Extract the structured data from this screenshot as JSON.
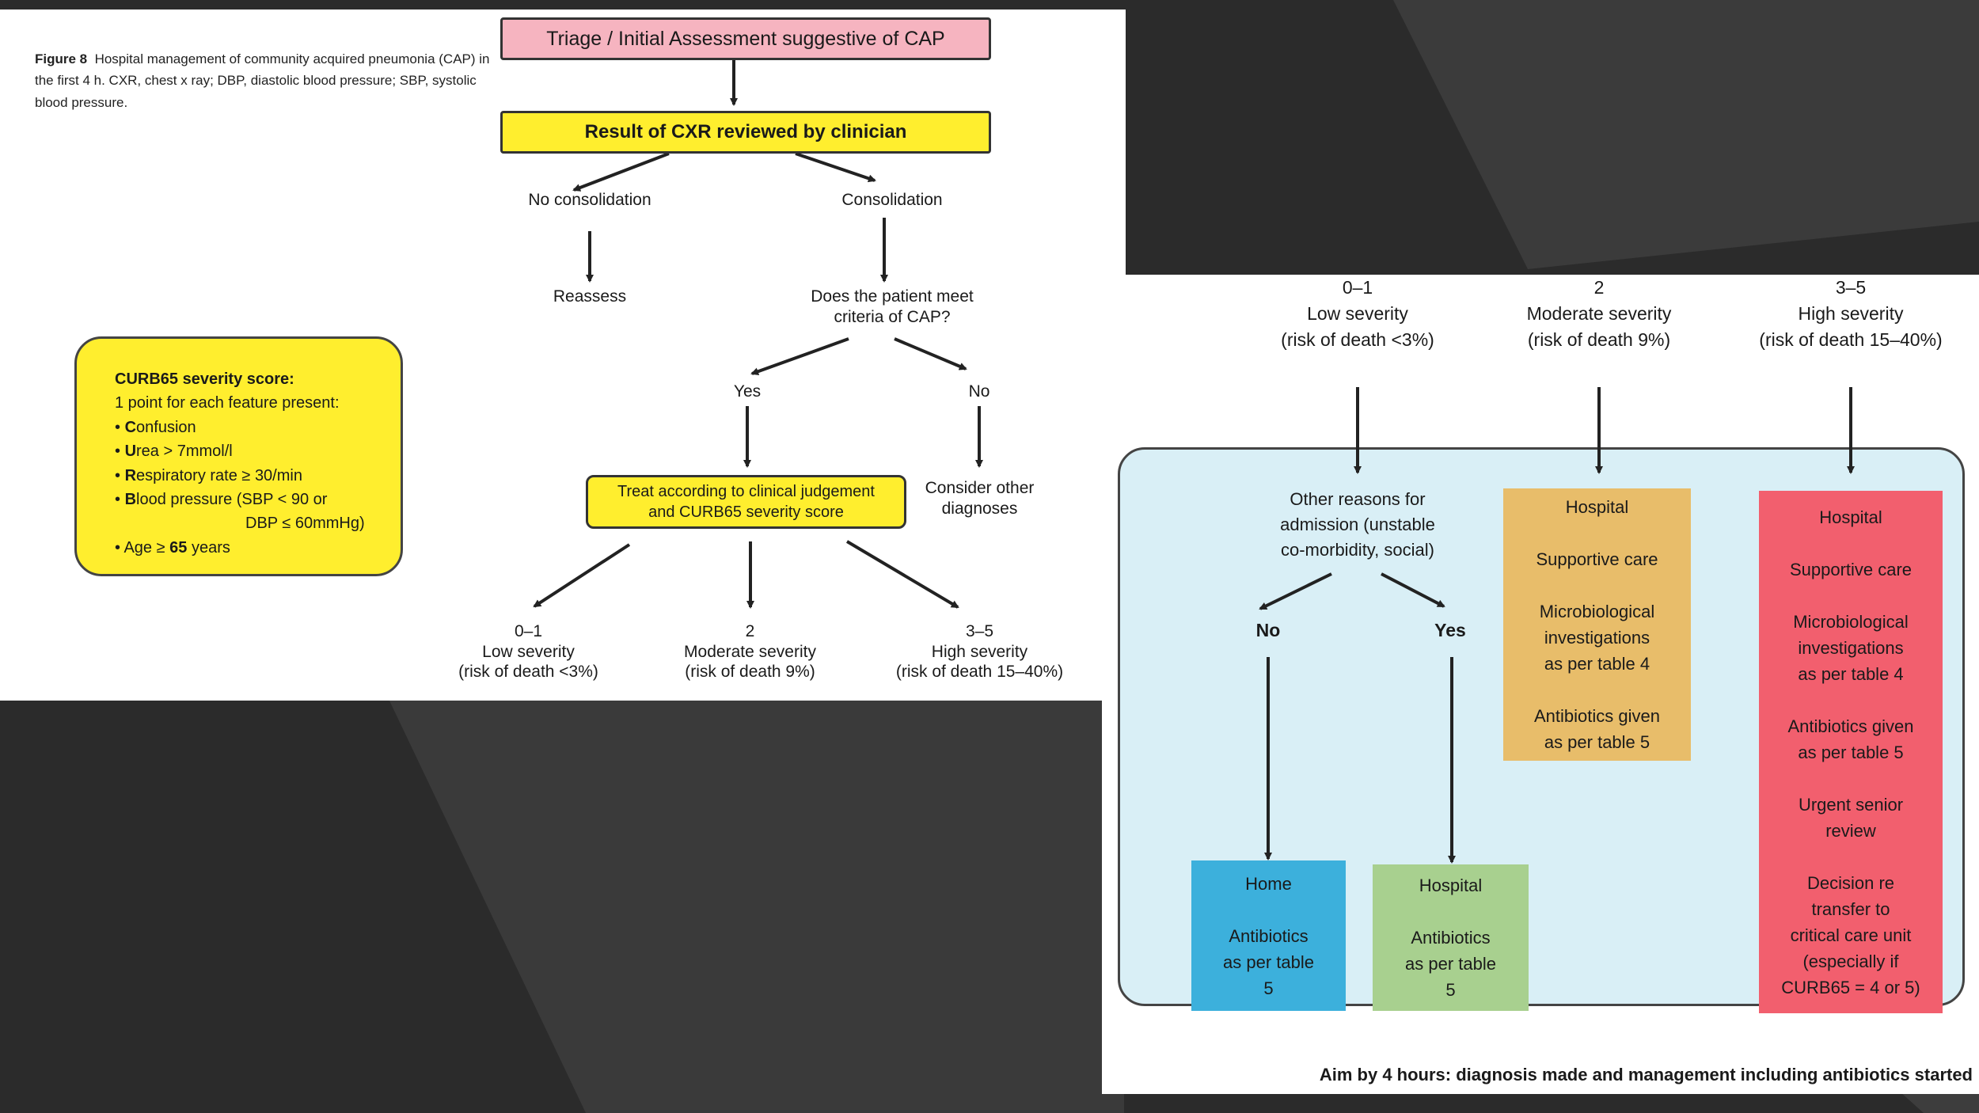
{
  "caption": {
    "label": "Figure 8",
    "text": "Hospital management of community acquired pneumonia (CAP) in the first 4 h. CXR, chest x ray; DBP, diastolic blood pressure; SBP, systolic blood pressure."
  },
  "nodes": {
    "triage": "Triage / Initial Assessment suggestive of CAP",
    "cxr": "Result of CXR reviewed by clinician",
    "no_consolidation": "No consolidation",
    "consolidation": "Consolidation",
    "reassess": "Reassess",
    "criteria": "Does the patient meet\ncriteria of CAP?",
    "yes": "Yes",
    "no": "No",
    "treat": "Treat according to clinical judgement\nand CURB65 severity score",
    "consider": "Consider other\ndiagnoses",
    "low": "0–1\nLow severity\n(risk of death <3%)",
    "moderate": "2\nModerate severity\n(risk of death 9%)",
    "high": "3–5\nHigh severity\n(risk of death 15–40%)"
  },
  "curb65": {
    "title": "CURB65 severity score:",
    "intro": "1 point for each feature present:",
    "items": [
      {
        "bold": "C",
        "rest": "onfusion"
      },
      {
        "bold": "U",
        "rest": "rea > 7mmol/l"
      },
      {
        "bold": "R",
        "rest": "espiratory rate ≥ 30/min"
      },
      {
        "bold": "B",
        "rest": "lood pressure (SBP < 90 or"
      },
      {
        "bold": "",
        "rest": "DBP ≤ 60mmHg)"
      },
      {
        "bold": "",
        "rest": "Age ≥ ",
        "bold_tail": "65",
        "tail": " years"
      }
    ]
  },
  "right": {
    "low": "0–1\nLow severity\n(risk of death <3%)",
    "moderate": "2\nModerate severity\n(risk of death 9%)",
    "high": "3–5\nHigh severity\n(risk of death 15–40%)",
    "other_reasons": "Other reasons for\nadmission (unstable\nco-morbidity, social)",
    "no": "No",
    "yes": "Yes",
    "home": "Home\n\nAntibiotics\nas per table\n5",
    "hospital_low": "Hospital\n\nAntibiotics\nas per table\n5",
    "hospital_moderate": "Hospital\n\nSupportive care\n\nMicrobiological\ninvestigations\nas per table 4\n\nAntibiotics given\nas per table 5",
    "hospital_high": "Hospital\n\nSupportive care\n\nMicrobiological\ninvestigations\nas per table 4\n\nAntibiotics given\nas per table 5\n\nUrgent senior\nreview\n\nDecision re\ntransfer to\ncritical care unit\n(especially if\nCURB65 = 4 or 5)",
    "footer": "Aim by 4 hours: diagnosis made and management including antibiotics started"
  },
  "colors": {
    "slide_background": "#2a2a2a",
    "triage_fill": "#f6b4c0",
    "highlight_yellow": "#ffee2e",
    "light_blue_panel": "#d9eff6",
    "home_blue": "#3cb0dc",
    "hospital_green": "#a8d08f",
    "hospital_orange": "#e8bd6a",
    "hospital_red": "#f25f6e"
  }
}
